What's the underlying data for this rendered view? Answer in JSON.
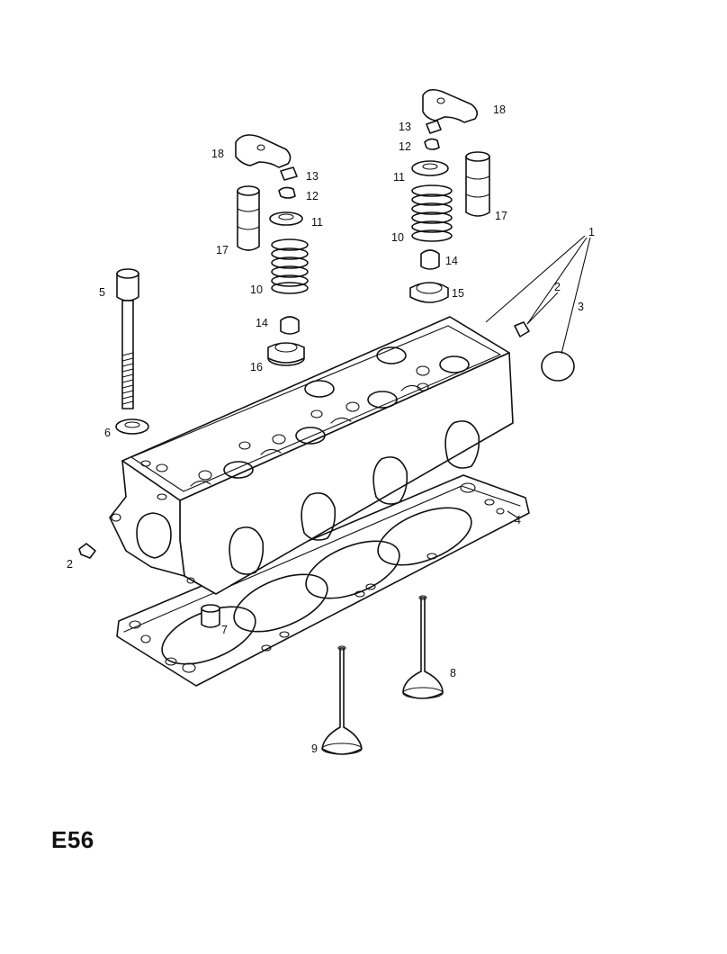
{
  "diagram": {
    "code": "E56",
    "callouts": [
      {
        "id": "c18a",
        "text": "18"
      },
      {
        "id": "c13a",
        "text": "13"
      },
      {
        "id": "c12a",
        "text": "12"
      },
      {
        "id": "c11a",
        "text": "11"
      },
      {
        "id": "c17a",
        "text": "17"
      },
      {
        "id": "c10a",
        "text": "10"
      },
      {
        "id": "c14a",
        "text": "14"
      },
      {
        "id": "c16",
        "text": "16"
      },
      {
        "id": "c5",
        "text": "5"
      },
      {
        "id": "c6",
        "text": "6"
      },
      {
        "id": "c2a",
        "text": "2"
      },
      {
        "id": "c18b",
        "text": "18"
      },
      {
        "id": "c13b",
        "text": "13"
      },
      {
        "id": "c12b",
        "text": "12"
      },
      {
        "id": "c11b",
        "text": "11"
      },
      {
        "id": "c17b",
        "text": "17"
      },
      {
        "id": "c10b",
        "text": "10"
      },
      {
        "id": "c14b",
        "text": "14"
      },
      {
        "id": "c15",
        "text": "15"
      },
      {
        "id": "c1",
        "text": "1"
      },
      {
        "id": "c2b",
        "text": "2"
      },
      {
        "id": "c3",
        "text": "3"
      },
      {
        "id": "c4",
        "text": "4"
      },
      {
        "id": "c7",
        "text": "7"
      },
      {
        "id": "c8",
        "text": "8"
      },
      {
        "id": "c9",
        "text": "9"
      }
    ]
  }
}
